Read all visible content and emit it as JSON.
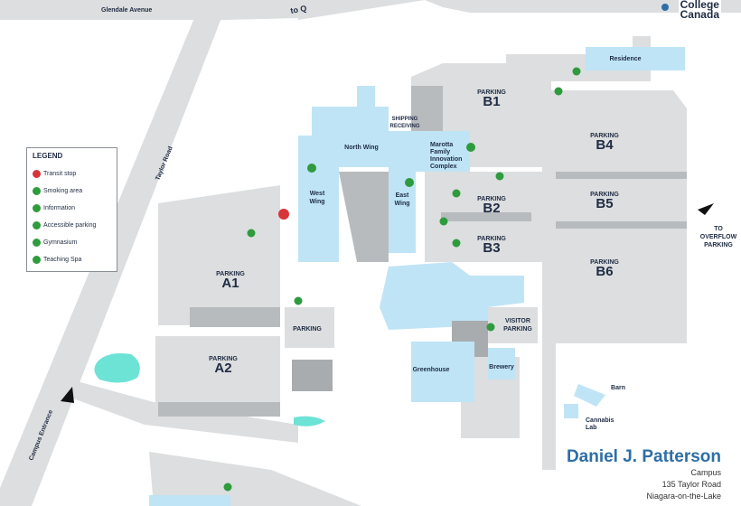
{
  "colors": {
    "road": "#dcdedf",
    "road_dark": "#b8bbbe",
    "building": "#bfe4f6",
    "water": "#6de3d6",
    "text": "#1f2c44",
    "title": "#2d6ea6",
    "icon_green": "#2e9b3c",
    "icon_red": "#d8353a"
  },
  "roads": {
    "glendale": "Glendale Avenue",
    "to_qew": "to Q",
    "taylor": "Taylor Road",
    "entrance": "Campus Entrance",
    "overflow_to": "TO",
    "overflow": "OVERFLOW",
    "overflow2": "PARKING"
  },
  "brand": {
    "line1": "College",
    "line2": "Canada"
  },
  "legend": {
    "title": "LEGEND",
    "items": [
      {
        "label": "Transit stop",
        "icon": "bus-icon"
      },
      {
        "label": "Smoking area",
        "icon": "smoking-icon"
      },
      {
        "label": "Information",
        "icon": "info-icon"
      },
      {
        "label": "Accessible parking",
        "icon": "wheelchair-icon"
      },
      {
        "label": "Gymnasium",
        "icon": "gym-icon"
      },
      {
        "label": "Teaching Spa",
        "icon": "spa-icon"
      }
    ]
  },
  "parking": {
    "word": "PARKING",
    "a1": "A1",
    "a2": "A2",
    "b1": "B1",
    "b2": "B2",
    "b3": "B3",
    "b4": "B4",
    "b5": "B5",
    "b6": "B6",
    "visitor1": "VISITOR",
    "visitor2": "PARKING",
    "small": "PARKING"
  },
  "buildings": {
    "north_wing": "North Wing",
    "west1": "West",
    "west2": "Wing",
    "east1": "East",
    "east2": "Wing",
    "marotta1": "Marotta",
    "marotta2": "Family",
    "marotta3": "Innovation",
    "marotta4": "Complex",
    "shipping1": "SHIPPING",
    "shipping2": "RECEIVING",
    "residence": "Residence",
    "greenhouse": "Greenhouse",
    "brewery": "Brewery",
    "barn": "Barn",
    "cannabis1": "Cannabis",
    "cannabis2": "Lab"
  },
  "footer": {
    "title": "Daniel J. Patterson",
    "line1": "Campus",
    "line2": "135 Taylor Road",
    "line3": "Niagara-on-the-Lake"
  }
}
